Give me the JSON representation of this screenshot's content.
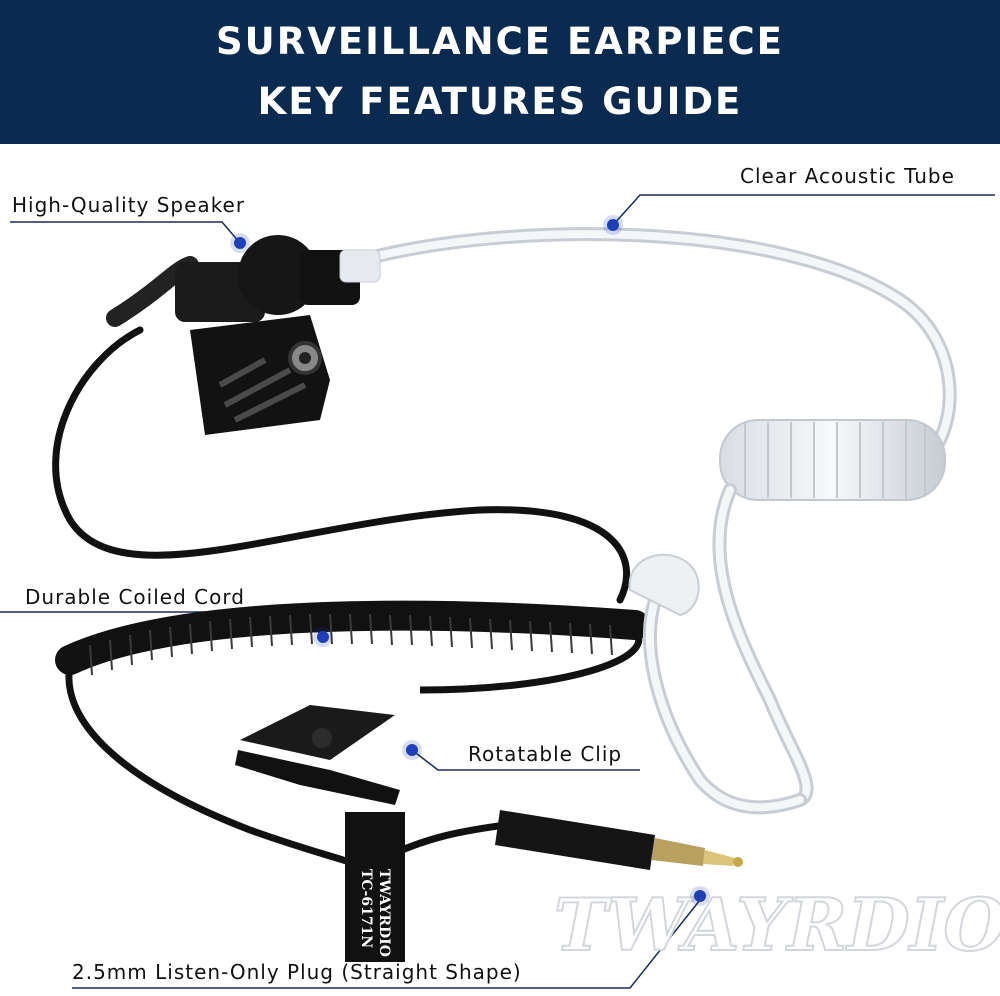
{
  "header": {
    "line1": "SURVEILLANCE EARPIECE",
    "line2": "KEY FEATURES GUIDE"
  },
  "features": {
    "speaker": "High-Quality Speaker",
    "tube": "Clear Acoustic Tube",
    "cord": "Durable Coiled Cord",
    "clip": "Rotatable Clip",
    "plug": "2.5mm Listen-Only Plug (Straight Shape)"
  },
  "product_tag": {
    "brand": "TWAYRDIO",
    "model": "TC-6171N"
  },
  "watermark": "TWAYRDIO",
  "colors": {
    "header_bg": "#0b2a4f",
    "accent_dot": "#1f3fb8",
    "cord": "#111111"
  }
}
